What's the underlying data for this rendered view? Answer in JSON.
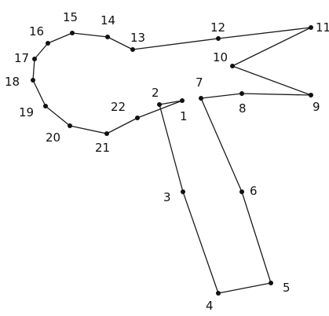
{
  "diagram": {
    "type": "connect-the-dots",
    "points": [
      {
        "label": "1"
      },
      {
        "label": "2"
      },
      {
        "label": "3"
      },
      {
        "label": "4"
      },
      {
        "label": "5"
      },
      {
        "label": "6"
      },
      {
        "label": "7"
      },
      {
        "label": "8"
      },
      {
        "label": "9"
      },
      {
        "label": "10"
      },
      {
        "label": "11"
      },
      {
        "label": "12"
      },
      {
        "label": "13"
      },
      {
        "label": "14"
      },
      {
        "label": "15"
      },
      {
        "label": "16"
      },
      {
        "label": "17"
      },
      {
        "label": "18"
      },
      {
        "label": "19"
      },
      {
        "label": "20"
      },
      {
        "label": "21"
      },
      {
        "label": "22"
      }
    ],
    "connections": [
      [
        "1",
        "2"
      ],
      [
        "2",
        "3"
      ],
      [
        "3",
        "4"
      ],
      [
        "4",
        "5"
      ],
      [
        "5",
        "6"
      ],
      [
        "6",
        "7"
      ],
      [
        "7",
        "8"
      ],
      [
        "8",
        "9"
      ],
      [
        "9",
        "10"
      ],
      [
        "10",
        "11"
      ],
      [
        "11",
        "12"
      ],
      [
        "12",
        "13"
      ],
      [
        "13",
        "14"
      ],
      [
        "14",
        "15"
      ],
      [
        "15",
        "16"
      ],
      [
        "16",
        "17"
      ],
      [
        "17",
        "18"
      ],
      [
        "18",
        "19"
      ],
      [
        "19",
        "20"
      ],
      [
        "20",
        "21"
      ],
      [
        "21",
        "22"
      ],
      [
        "22",
        "1"
      ]
    ],
    "ink_color": "#111111",
    "background_color": "#ffffff"
  }
}
